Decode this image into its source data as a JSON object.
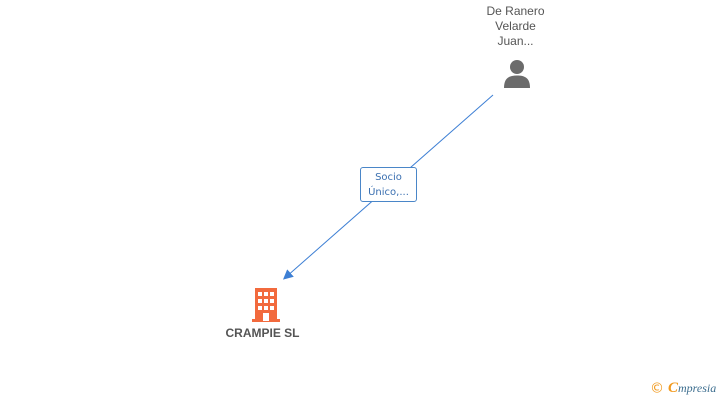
{
  "person": {
    "name_lines": [
      "De Ranero",
      "Velarde",
      "Juan..."
    ],
    "icon": "person-icon"
  },
  "relation": {
    "label_lines": [
      "Socio",
      "Único,..."
    ]
  },
  "company": {
    "name": "CRAMPIE SL",
    "icon": "building-icon"
  },
  "brand": {
    "copyright_symbol": "©",
    "initial": "C",
    "rest": "mpresia"
  },
  "colors": {
    "edge": "#3d7fd4",
    "company_icon": "#f26a3d",
    "person_icon": "#6b6b6b",
    "brand_orange": "#f19a1f",
    "brand_blue": "#3d6e8f"
  }
}
